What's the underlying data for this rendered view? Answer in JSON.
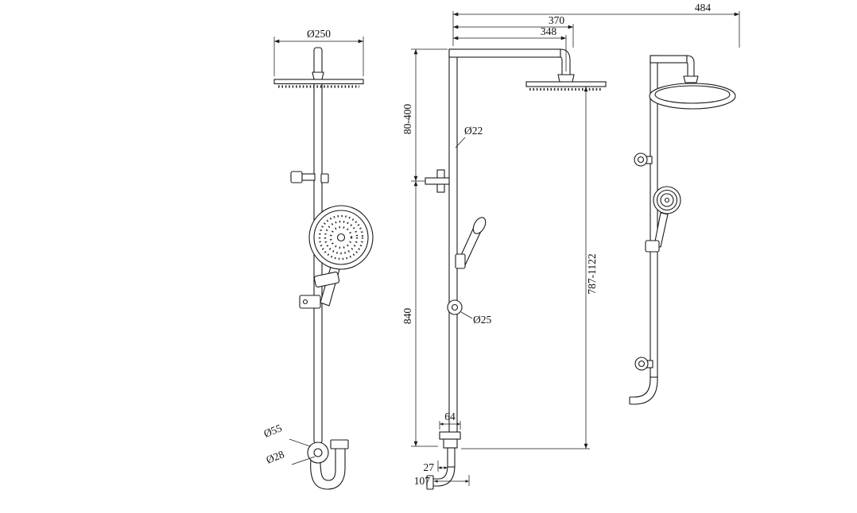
{
  "drawing": {
    "line_color": "#1a1a1a",
    "background_color": "#ffffff"
  },
  "dims": {
    "front": {
      "head_diameter": "Ø250",
      "elbow_outer_diameter": "Ø55",
      "elbow_pipe_diameter": "Ø28"
    },
    "side": {
      "overall_width": "484",
      "arm_reach_outer": "370",
      "arm_reach_center": "348",
      "upper_pipe_adjust": "80-400",
      "riser_pipe_diameter": "Ø22",
      "rail_height": "840",
      "slider_diameter": "Ø25",
      "overall_height": "787-1122",
      "outlet_width": "64",
      "outlet_offset": "27",
      "outlet_depth": "107"
    }
  }
}
